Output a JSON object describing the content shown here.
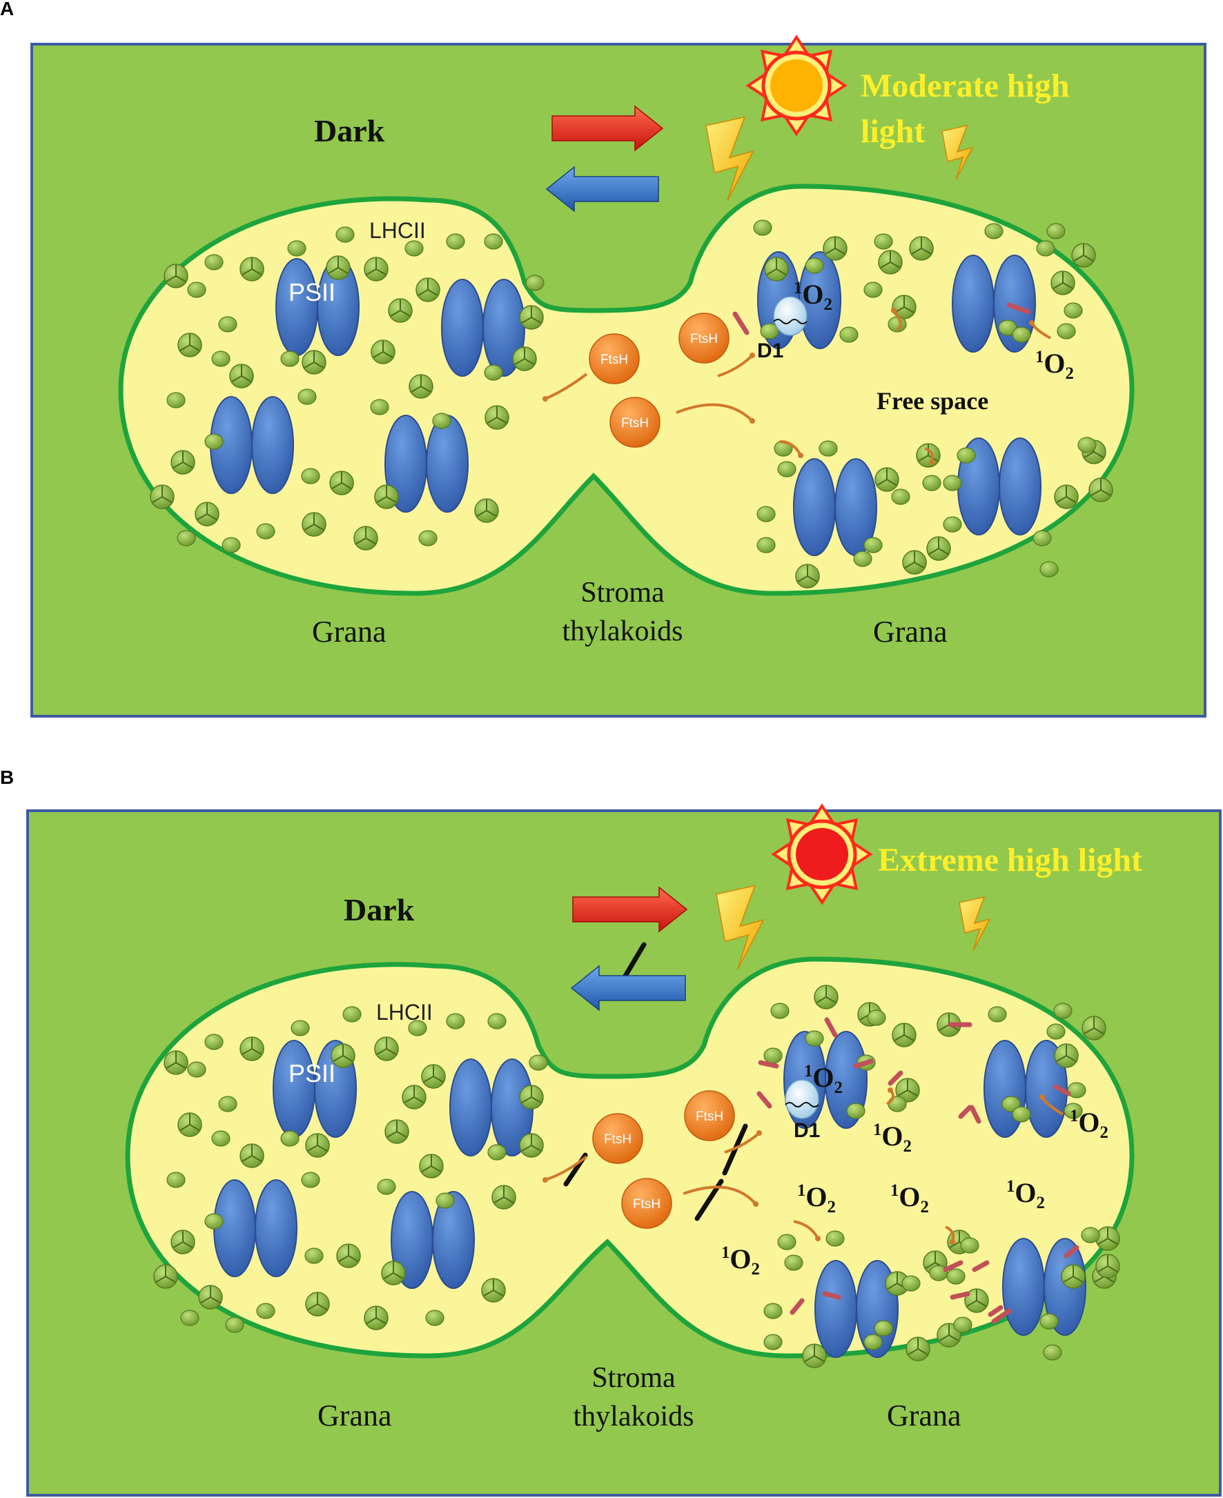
{
  "panels": [
    {
      "letter": "A",
      "dark": "Dark",
      "light": [
        "Moderate high",
        "light"
      ],
      "lhcii": "LHCII",
      "psii": "PSII",
      "ftsh": "FtsH",
      "d1": "D1",
      "o2_sup": "1",
      "o2_base": "O",
      "o2_sub": "2",
      "free_space": "Free space",
      "grana": "Grana",
      "stroma": [
        "Stroma",
        "thylakoids"
      ]
    },
    {
      "letter": "B",
      "dark": "Dark",
      "light": [
        "Extreme high light"
      ],
      "lhcii": "LHCII",
      "psii": "PSII",
      "ftsh": "FtsH",
      "d1": "D1",
      "o2_sup": "1",
      "o2_base": "O",
      "o2_sub": "2",
      "grana": "Grana",
      "stroma": [
        "Stroma",
        "thylakoids"
      ]
    }
  ],
  "colors": {
    "stroma_bg": "#92c84e",
    "panel_border": "#3f5aa0",
    "thylakoid_fill": "#fbf59a",
    "thylakoid_edge": "#1ea43c",
    "psii": "#3f6fc4",
    "lhcii": "#8db543",
    "ftsh": "#f08a28",
    "sun_ring": "#ff2a1a",
    "sun_core_moderate": "#ffb300",
    "sun_core_extreme": "#ee1c1c",
    "label_yellow": "#ffef2a",
    "arrow_red": "#e8261c",
    "arrow_blue": "#2a6fc4",
    "ros_bar": "#c0505a",
    "d1": "#cfe6f5"
  }
}
